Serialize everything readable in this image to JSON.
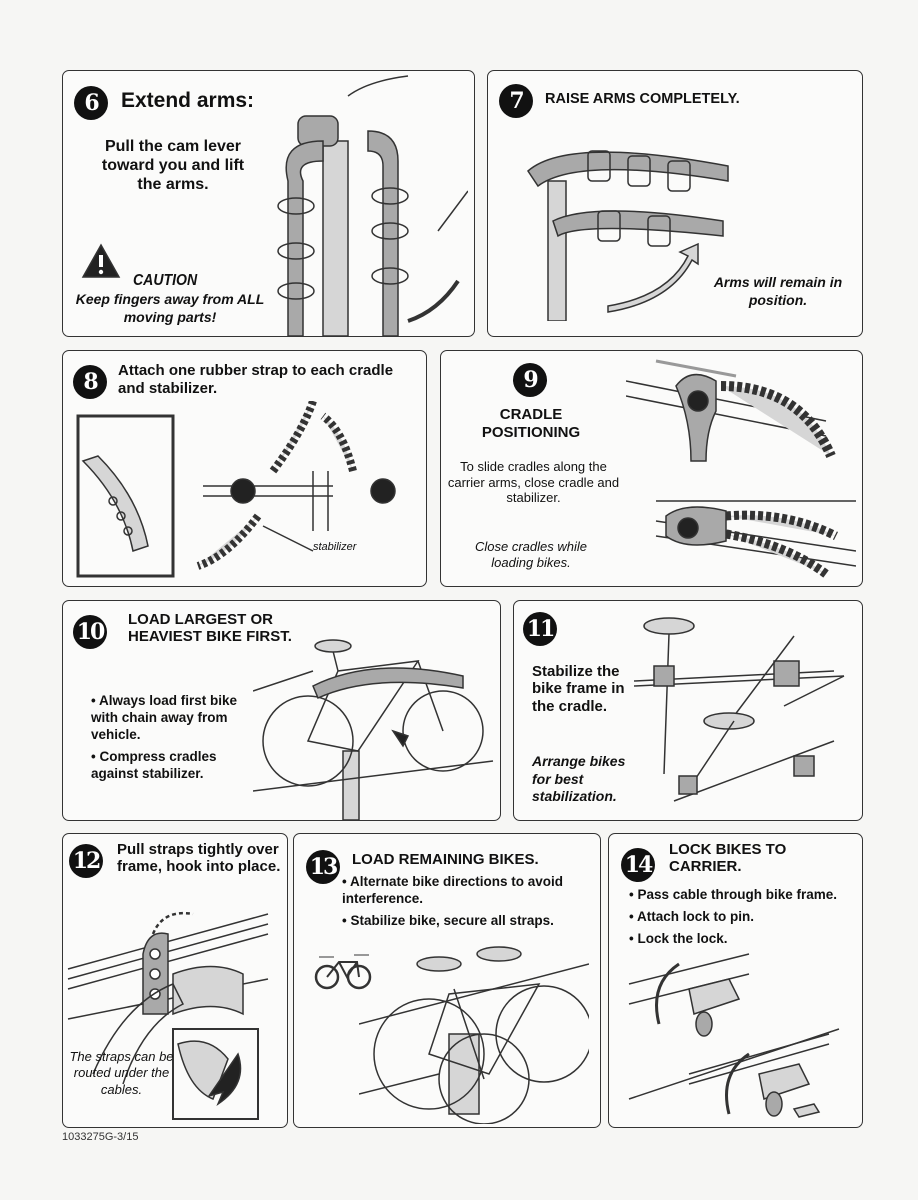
{
  "steps": {
    "s6": {
      "number": "6",
      "title": "Extend arms:",
      "text": "Pull the cam lever toward you and lift the arms.",
      "caution_title": "CAUTION",
      "caution_text": "Keep fingers away from ALL moving parts!"
    },
    "s7": {
      "number": "7",
      "title": "RAISE ARMS COMPLETELY.",
      "note": "Arms will remain in position."
    },
    "s8": {
      "number": "8",
      "title": "Attach one rubber strap to each cradle and stabilizer.",
      "label": "stabilizer"
    },
    "s9": {
      "number": "9",
      "title": "CRADLE POSITIONING",
      "text": "To slide cradles along the carrier arms, close cradle and stabilizer.",
      "note": "Close cradles while loading bikes."
    },
    "s10": {
      "number": "10",
      "title": "LOAD LARGEST OR HEAVIEST BIKE FIRST.",
      "bullets": [
        "Always load first bike with chain away from vehicle.",
        "Compress cradles against stabilizer."
      ]
    },
    "s11": {
      "number": "11",
      "title": "Stabilize the bike frame in the cradle.",
      "note": "Arrange bikes for best stabilization."
    },
    "s12": {
      "number": "12",
      "title": "Pull straps tightly over frame, hook into place.",
      "note": "The straps can be routed under the cables."
    },
    "s13": {
      "number": "13",
      "title": "LOAD REMAINING BIKES.",
      "bullets": [
        "Alternate bike directions to avoid interference.",
        "Stabilize bike, secure all straps."
      ]
    },
    "s14": {
      "number": "14",
      "title": "LOCK BIKES TO CARRIER.",
      "bullets": [
        "Pass cable through bike frame.",
        "Attach lock to pin.",
        "Lock the lock."
      ]
    }
  },
  "footer": {
    "code": "1033275G-3/15"
  }
}
